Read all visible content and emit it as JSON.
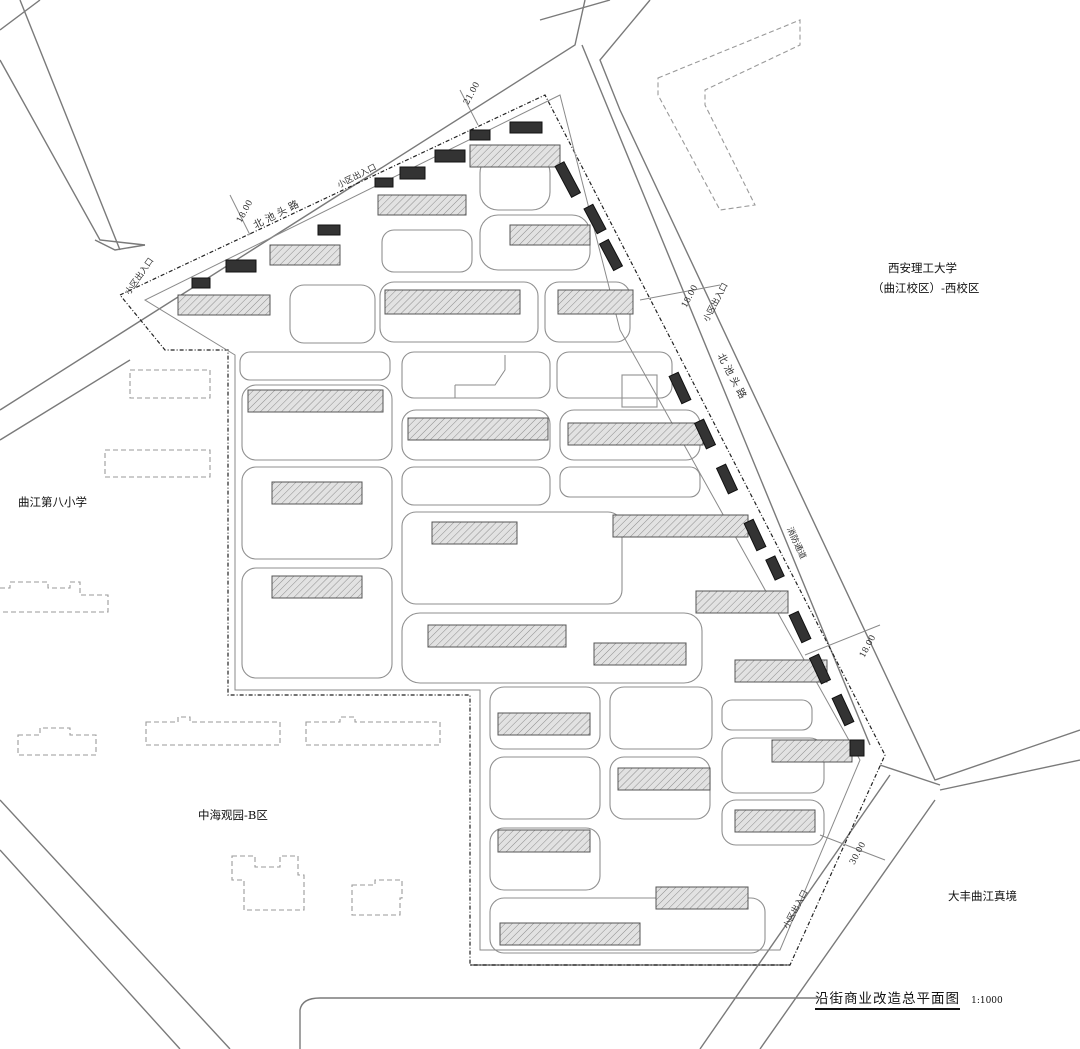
{
  "title": "沿街商业改造总平面图",
  "scale": "1:1000",
  "labels": {
    "university": "西安理工大学",
    "university_campus": "（曲江校区）-西校区",
    "school": "曲江第八小学",
    "zhonghai": "中海观园-B区",
    "dafeng": "大丰曲江真境"
  },
  "roads": {
    "north": "北  池  头  路",
    "east": "北  池  头  路"
  },
  "entrances": [
    "小区出入口",
    "小区出入口",
    "小区出入口",
    "小区出入口"
  ],
  "fire_lane": "消防通道",
  "dimensions": [
    "21.00",
    "18.00",
    "18.00",
    "18.00",
    "30.00"
  ],
  "colors": {
    "existing_building_fill": "#d6d6d6",
    "commercial_fill": "#333333",
    "road_line": "#7a7a7a",
    "site_boundary": "#222222"
  }
}
